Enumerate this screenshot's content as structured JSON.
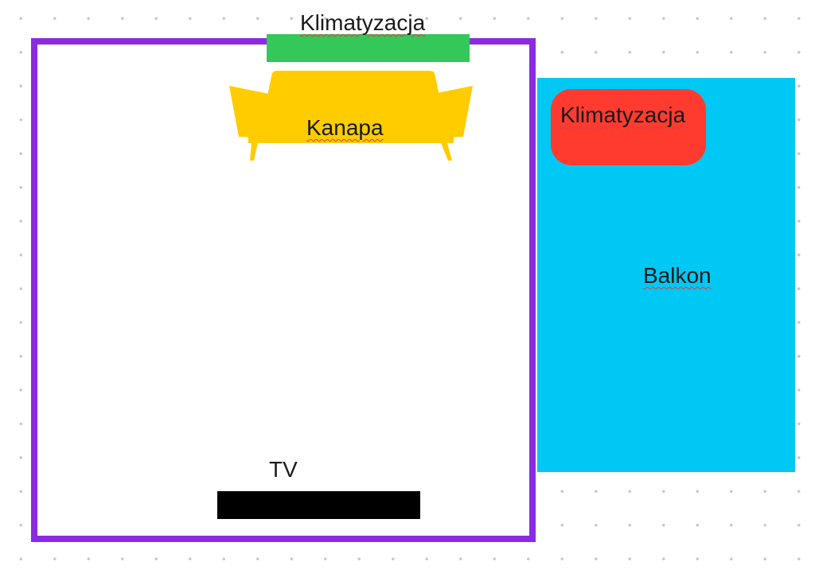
{
  "canvas": {
    "background": "#ffffff",
    "dot_color": "#c9c9c9"
  },
  "room": {
    "border_color": "#8a2be2"
  },
  "items": {
    "ac_top": {
      "label": "Klimatyzacja",
      "color": "#34c759"
    },
    "sofa": {
      "label": "Kanapa",
      "color": "#ffcc00",
      "icon": "sofa-icon"
    },
    "tv": {
      "label": "TV",
      "color": "#000000"
    },
    "balcony": {
      "label": "Balkon",
      "color": "#00c8f5"
    },
    "ac_balcony": {
      "label": "Klimatyzacja",
      "color": "#ff3b30"
    }
  }
}
